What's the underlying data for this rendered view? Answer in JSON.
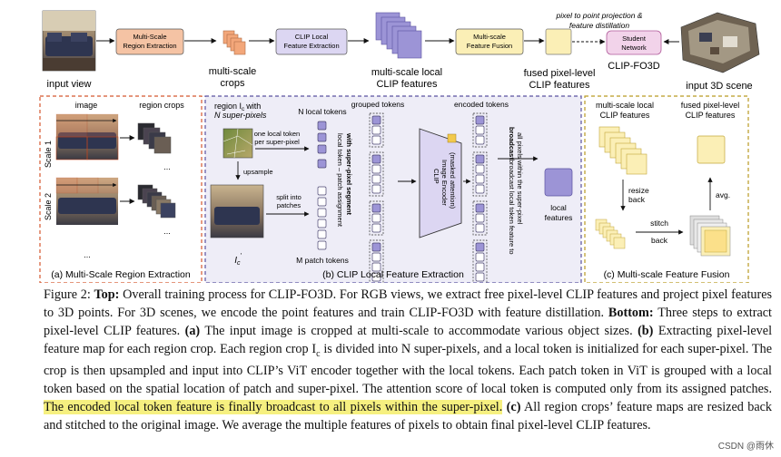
{
  "top": {
    "input_view": "input view",
    "region_extraction_box": [
      "Multi-Scale",
      "Region Extraction"
    ],
    "multi_scale_crops": [
      "multi-scale",
      "crops"
    ],
    "clip_local_box": [
      "CLIP Local",
      "Feature Extraction"
    ],
    "multi_scale_local": [
      "multi-scale local",
      "CLIP features"
    ],
    "feature_fusion_box": [
      "Multi-scale",
      "Feature Fusion"
    ],
    "fused_features": [
      "fused pixel-level",
      "CLIP features"
    ],
    "projection_note": [
      "pixel to point projection &",
      "feature distillation"
    ],
    "student_box": [
      "Student",
      "Network"
    ],
    "clip_fo3d": "CLIP-FO3D",
    "input_3d": "input 3D scene"
  },
  "panel_a": {
    "image": "image",
    "region_crops": "region crops",
    "scale1": "Scale 1",
    "scale2": "Scale 2",
    "dots": "...",
    "caption": "(a) Multi-Scale Region Extraction"
  },
  "panel_b": {
    "region_label": "region I",
    "region_sub": "c",
    "region_with": "with",
    "superpixels": "N super-pixels",
    "n_local_tokens": "N local tokens",
    "grouped_tokens": "grouped tokens",
    "encoded_tokens": "encoded tokens",
    "one_local": [
      "one local token",
      "per super-pixel"
    ],
    "upsample": "upsample",
    "split": [
      "split into",
      "patches"
    ],
    "assignment": [
      "local token – patch assignment",
      "with super-pixel segment"
    ],
    "clip_encoder": [
      "CLIP",
      "Image Encoder",
      "(masked attention)"
    ],
    "broadcast": [
      "broadcast local token feature to",
      "all pixels within the super-pixel"
    ],
    "local_features": [
      "local",
      "features"
    ],
    "ic_prime": "I",
    "m_patch": "M patch tokens",
    "caption": "(b) CLIP Local Feature Extraction"
  },
  "panel_c": {
    "multi_local": [
      "multi-scale local",
      "CLIP features"
    ],
    "fused": [
      "fused pixel-level",
      "CLIP features"
    ],
    "resize": [
      "resize",
      "back"
    ],
    "avg": "avg.",
    "stitch": [
      "stitch",
      "back"
    ],
    "caption": "(c) Multi-scale Feature Fusion"
  },
  "caption": {
    "fig": "Figure 2:",
    "top_label": "Top:",
    "top_text": "Overall training process for CLIP-FO3D. For RGB views, we extract free pixel-level CLIP features and project pixel features to 3D points. For 3D scenes, we encode the point features and train CLIP-FO3D with feature distillation.",
    "bottom_label": "Bottom:",
    "bottom_text1": "Three steps to extract pixel-level CLIP features.",
    "a_label": "(a)",
    "a_text": "The input image is cropped at multi-scale to accommodate various object sizes.",
    "b_label": "(b)",
    "b_text": "Extracting pixel-level feature map for each region crop. Each region crop I",
    "b_sub": "c",
    "b_text2": " is divided into N super-pixels, and a local token is initialized for each super-pixel. The crop is then upsampled and input into CLIP’s ViT encoder together with the local tokens. Each patch token in ViT is grouped with a local token based on the spatial location of patch and super-pixel. The attention score of local token is computed only from its assigned patches.",
    "highlight": "The encoded local token feature is finally broadcast to all pixels within the super-pixel.",
    "c_label": "(c)",
    "c_text": "All region crops’ feature maps are resized back and stitched to the original image. We average the multiple features of pixels to obtain final pixel-level CLIP features."
  },
  "watermark": "CSDN @雨休",
  "colors": {
    "orange_box": "#f5c3a4",
    "lavender_box": "#dcd6f2",
    "purple_feat": "#9c94d6",
    "yellow_feat": "#fbefb6",
    "panel_b_bg": "#eeedf7",
    "highlight": "#f6f080"
  }
}
